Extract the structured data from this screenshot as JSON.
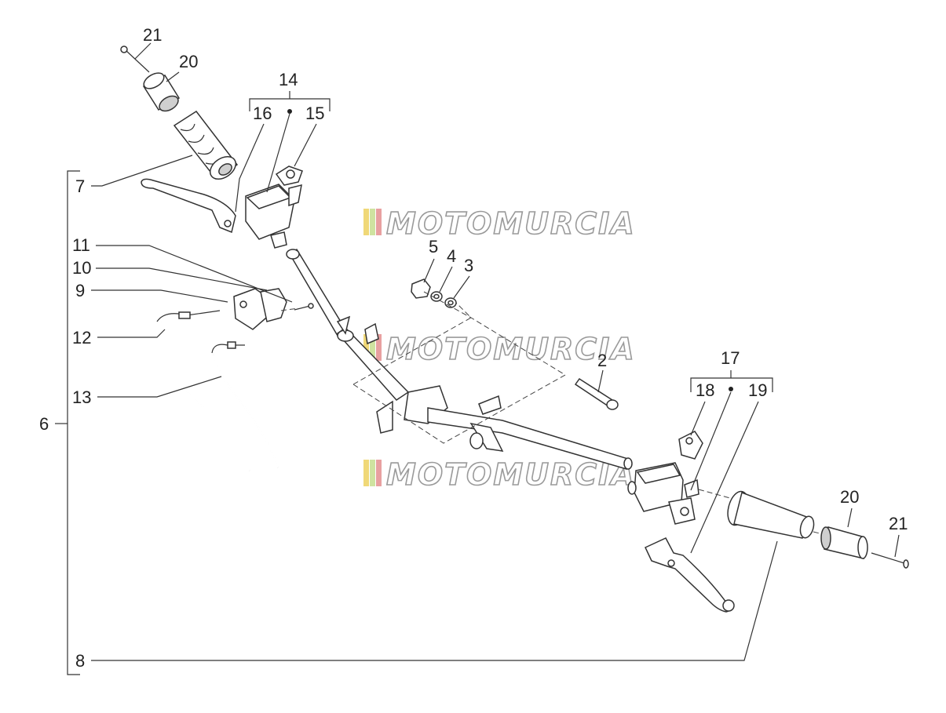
{
  "callouts": {
    "n2": "2",
    "n3": "3",
    "n4": "4",
    "n5": "5",
    "n6": "6",
    "n7": "7",
    "n8": "8",
    "n9": "9",
    "n10": "10",
    "n11": "11",
    "n12": "12",
    "n13": "13",
    "n14": "14",
    "n15": "15",
    "n16": "16",
    "n17": "17",
    "n18": "18",
    "n19": "19",
    "n20a": "20",
    "n20b": "20",
    "n21a": "21",
    "n21b": "21"
  },
  "watermark": {
    "text": "MOTOMURCIA"
  },
  "colors": {
    "line": "#333333",
    "watermark_outline": "#9a9a9a",
    "stripe_red": "#e8a0a0",
    "stripe_yellow": "#f0d878"
  }
}
